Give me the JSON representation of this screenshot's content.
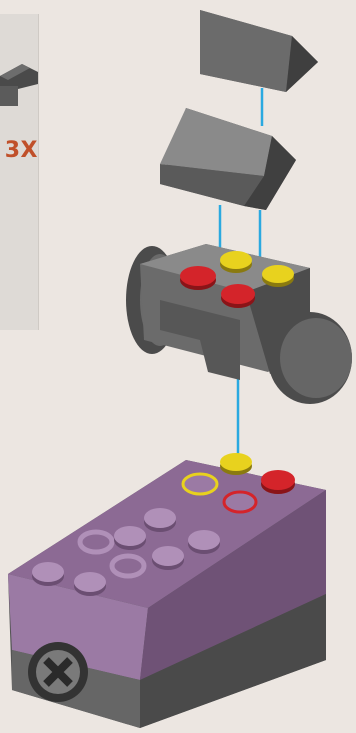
{
  "inset": {
    "count_label": "3X"
  },
  "colors": {
    "background": "#ece6e1",
    "inset_background": "#dedad6",
    "count_label": "#c0502a",
    "connector_line": "#2aa9e0",
    "grey_brick": "#6e6e6e",
    "purple_brick": "#8c6a94",
    "red_stud": "#d4242a",
    "yellow_stud": "#e8d21e"
  },
  "parts": [
    {
      "name": "slope-top",
      "icon": "grey-slope-brick"
    },
    {
      "name": "slope-middle",
      "icon": "grey-slope-brick"
    },
    {
      "name": "wheel-assembly",
      "icon": "grey-brick-with-wheels"
    },
    {
      "name": "base-brick",
      "icon": "purple-brick"
    }
  ]
}
